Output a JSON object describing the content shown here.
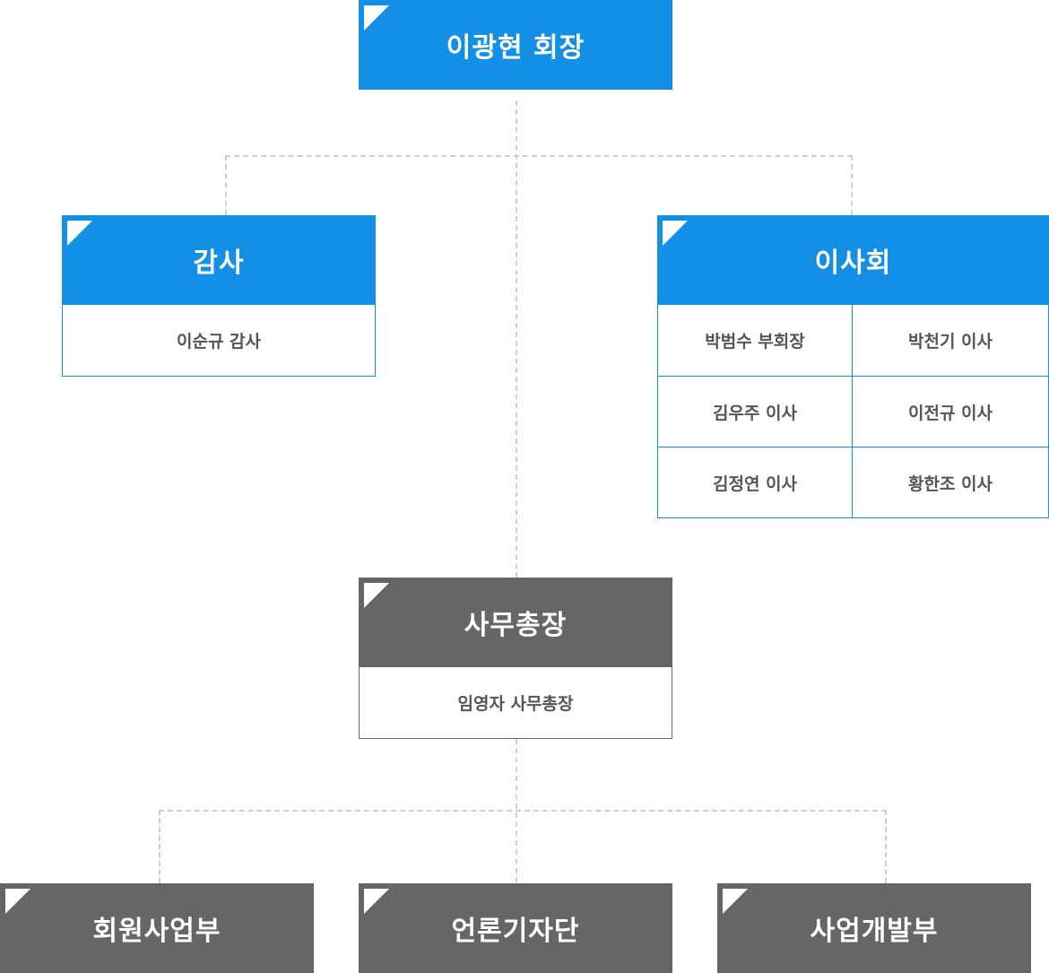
{
  "chairman": {
    "title": "이광현 회장"
  },
  "auditor": {
    "title": "감사",
    "members": [
      "이순규 감사"
    ]
  },
  "board": {
    "title": "이사회",
    "members": [
      "박범수 부회장",
      "박천기 이사",
      "김우주 이사",
      "이전규 이사",
      "김정연 이사",
      "황한조 이사"
    ]
  },
  "secretary_general": {
    "title": "사무총장",
    "members": [
      "임영자 사무총장"
    ]
  },
  "departments": [
    "회원사업부",
    "언론기자단",
    "사업개발부"
  ],
  "colors": {
    "primary_blue": "#138fe6",
    "dark_gray": "#666666",
    "connector": "#cfcfcf",
    "member_text": "#555555"
  }
}
